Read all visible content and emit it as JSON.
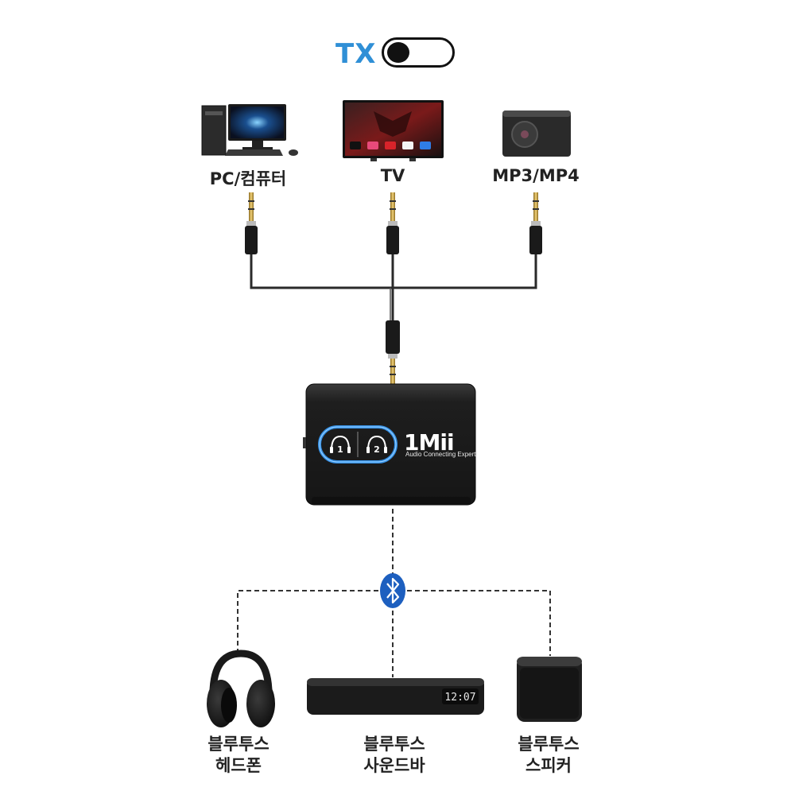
{
  "mode": {
    "label": "TX",
    "toggle_state": "off"
  },
  "sources": {
    "pc": "PC/컴퓨터",
    "tv": "TV",
    "mp3": "MP3/MP4"
  },
  "device": {
    "brand": "1Mii",
    "tagline": "Audio Connecting Expert",
    "buttons": [
      "1",
      "2"
    ]
  },
  "connection": {
    "icon": "bluetooth-icon"
  },
  "outputs": {
    "headphone": [
      "블루투스",
      "헤드폰"
    ],
    "soundbar": [
      "블루투스",
      "사운드바"
    ],
    "soundbar_display": "12:07",
    "speaker": [
      "블루투스",
      "스피커"
    ]
  },
  "colors": {
    "accent": "#2f8fd6",
    "bluetooth": "#1d5fbf",
    "led": "#3aa0ff",
    "device": "#1c1c1c"
  }
}
